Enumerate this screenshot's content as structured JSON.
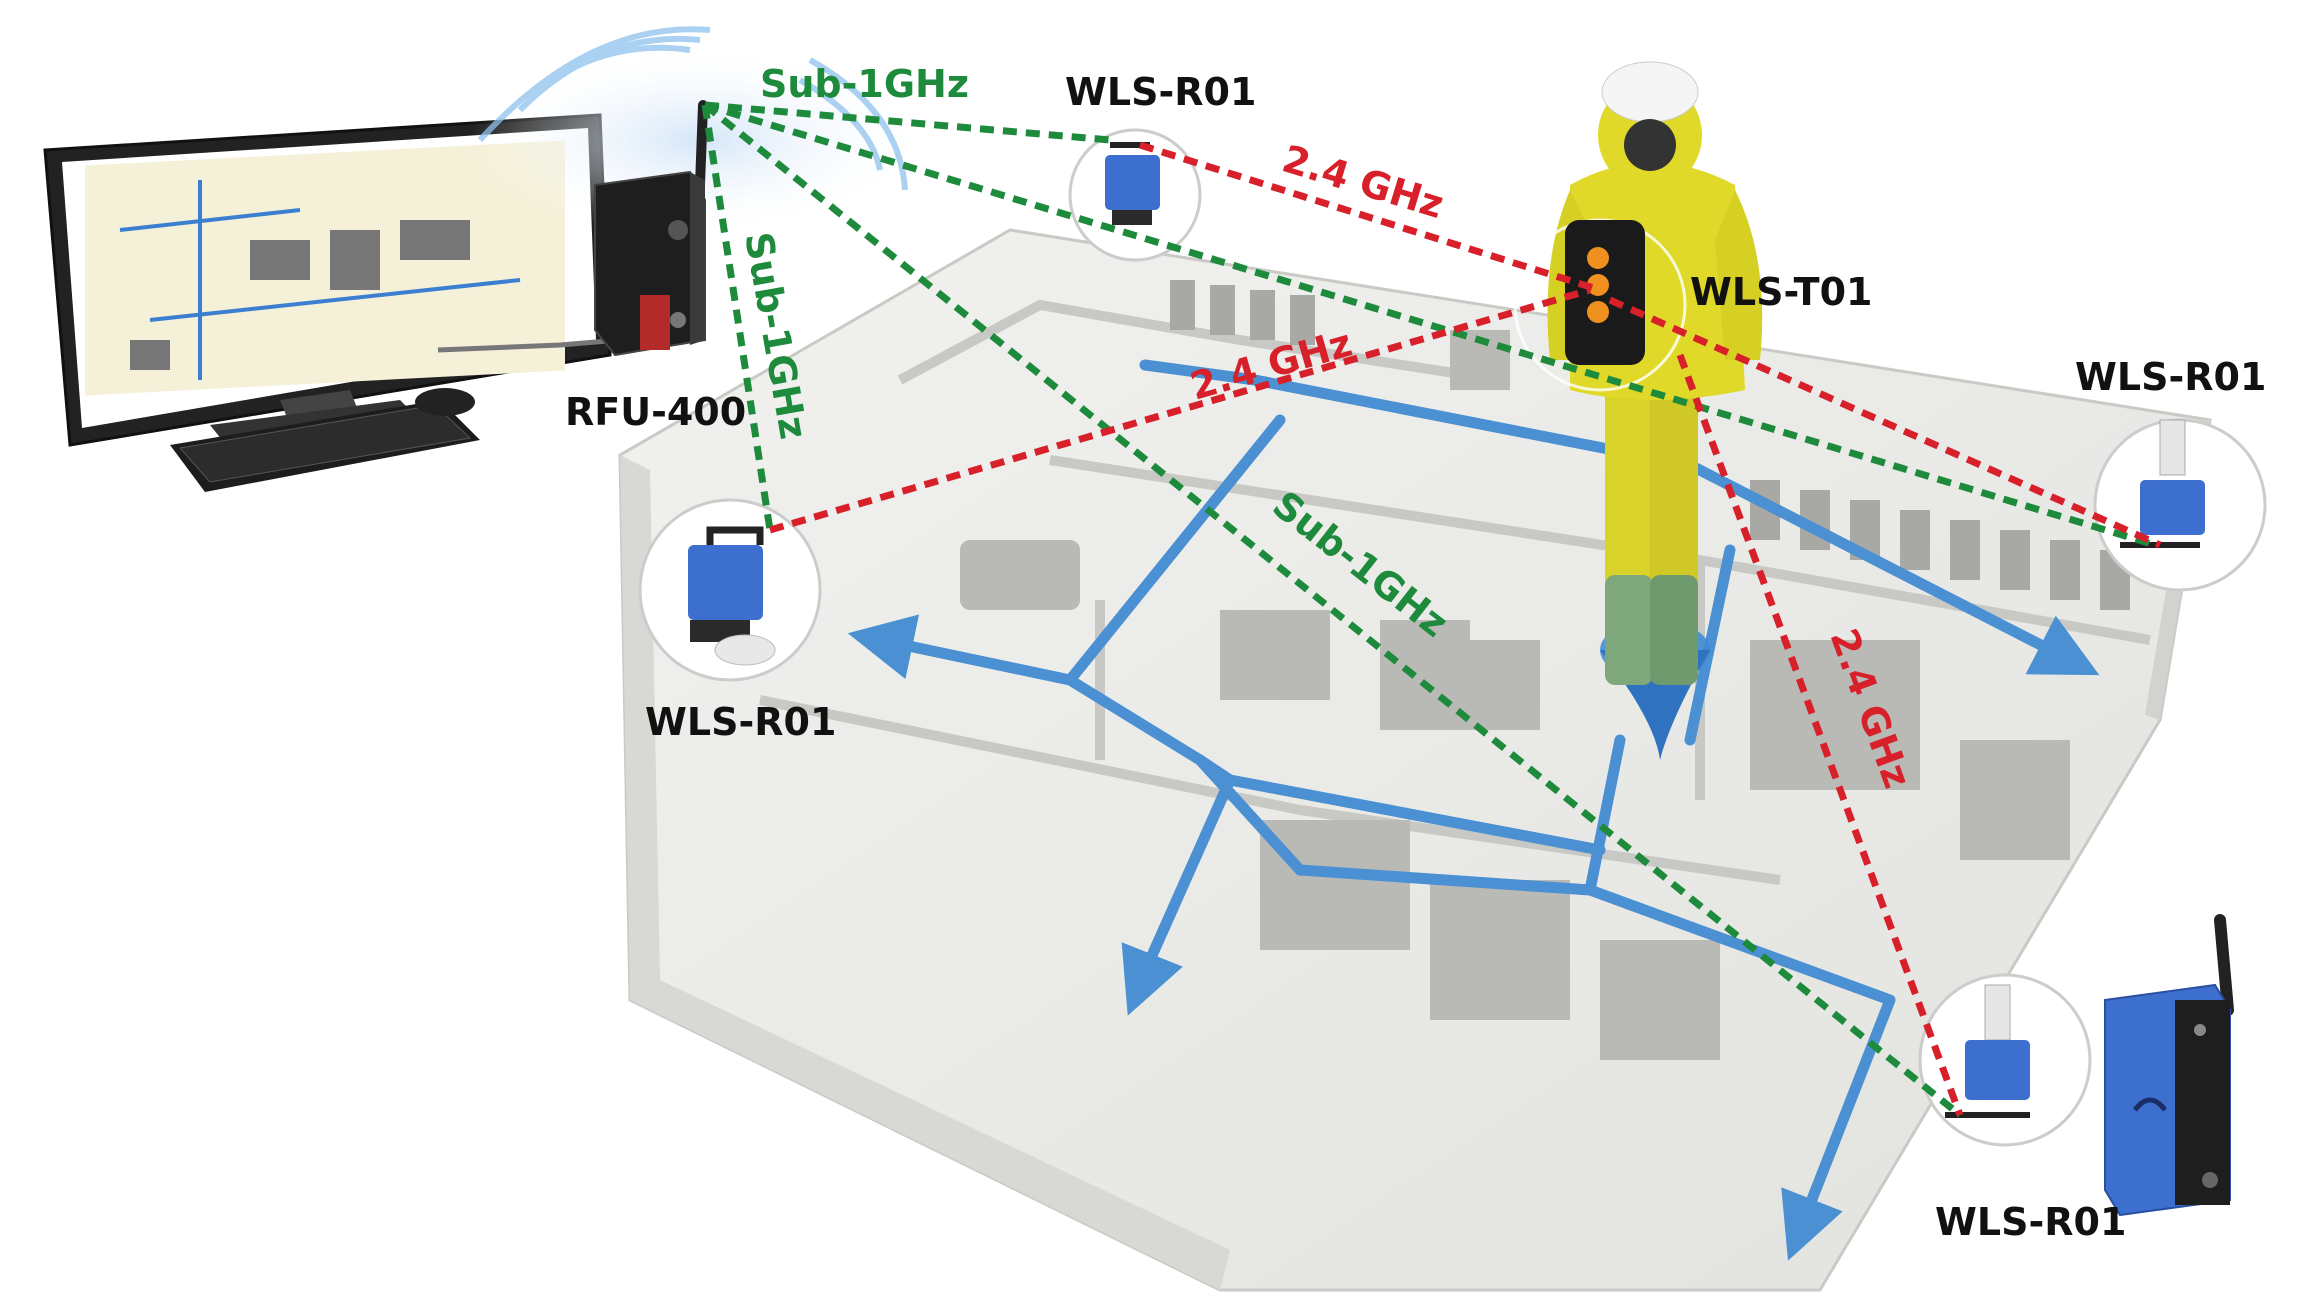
{
  "devices": {
    "gateway": "RFU-400",
    "tag": "WLS-T01",
    "receiver_top": "WLS-R01",
    "receiver_left": "WLS-R01",
    "receiver_right": "WLS-R01",
    "receiver_bottom": "WLS-R01"
  },
  "links": {
    "sub1_top": "Sub-1GHz",
    "sub1_vertical": "Sub-1GHz",
    "sub1_diagonal": "Sub-1GHz",
    "ghz24_top": "2.4 GHz",
    "ghz24_mid": "2.4 GHz",
    "ghz24_right": "2.4 GHz"
  },
  "colors": {
    "sub1": "#1e8a3c",
    "ghz24": "#d8202a",
    "floor_arrow": "#4a90d2",
    "label": "#111111",
    "device_blue": "#3d6fcf",
    "suit_yellow": "#e0d92a"
  }
}
